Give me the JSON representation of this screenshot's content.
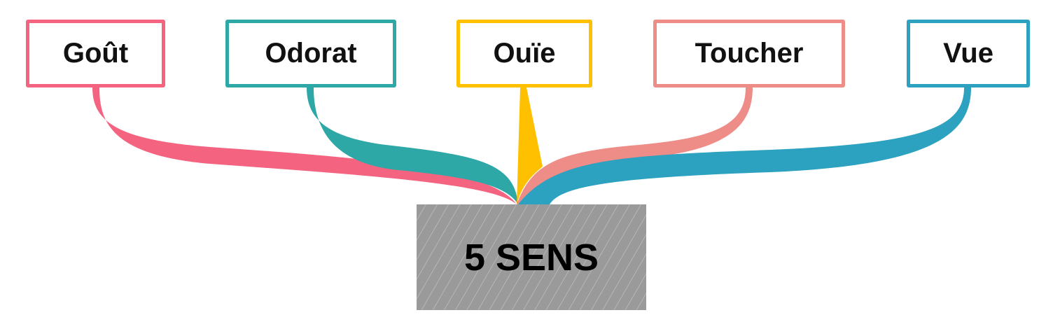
{
  "root": {
    "label": "5 SENS",
    "color": "#9a9a9a"
  },
  "branches": [
    {
      "label": "Goût",
      "color": "#f4637f"
    },
    {
      "label": "Odorat",
      "color": "#2ea8a6"
    },
    {
      "label": "Ouïe",
      "color": "#ffc000"
    },
    {
      "label": "Toucher",
      "color": "#ee8c87"
    },
    {
      "label": "Vue",
      "color": "#2ca1c0"
    }
  ]
}
